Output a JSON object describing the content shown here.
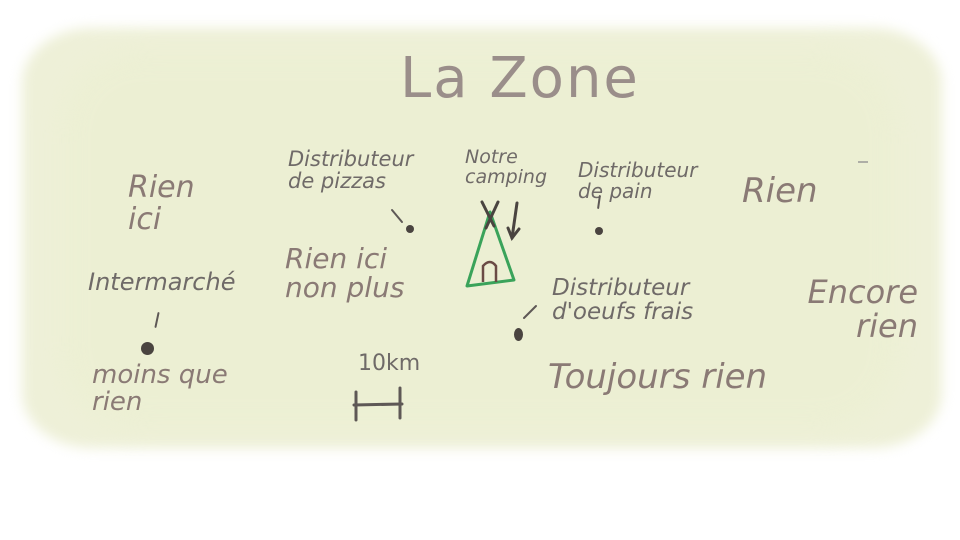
{
  "title": "La Zone",
  "places": {
    "rien_ici": "Rien ici",
    "pizza": "Distributeur de pizzas",
    "camping": "Notre camping",
    "pain": "Distributeur de pain",
    "rien": "Rien",
    "intermarche": "Intermarché",
    "rien_ici_non_plus": "Rien ici non plus",
    "oeufs": "Distributeur d'oeufs frais",
    "encore_rien": "Encore rien",
    "moins_que_rien": "moins que rien",
    "toujours_rien": "Toujours rien"
  },
  "scale": {
    "label": "10km"
  },
  "colors": {
    "ink": "#8a7a75",
    "dark_ink": "#5e5856",
    "tent": "#3aa35a",
    "background": "#eef0d8"
  }
}
